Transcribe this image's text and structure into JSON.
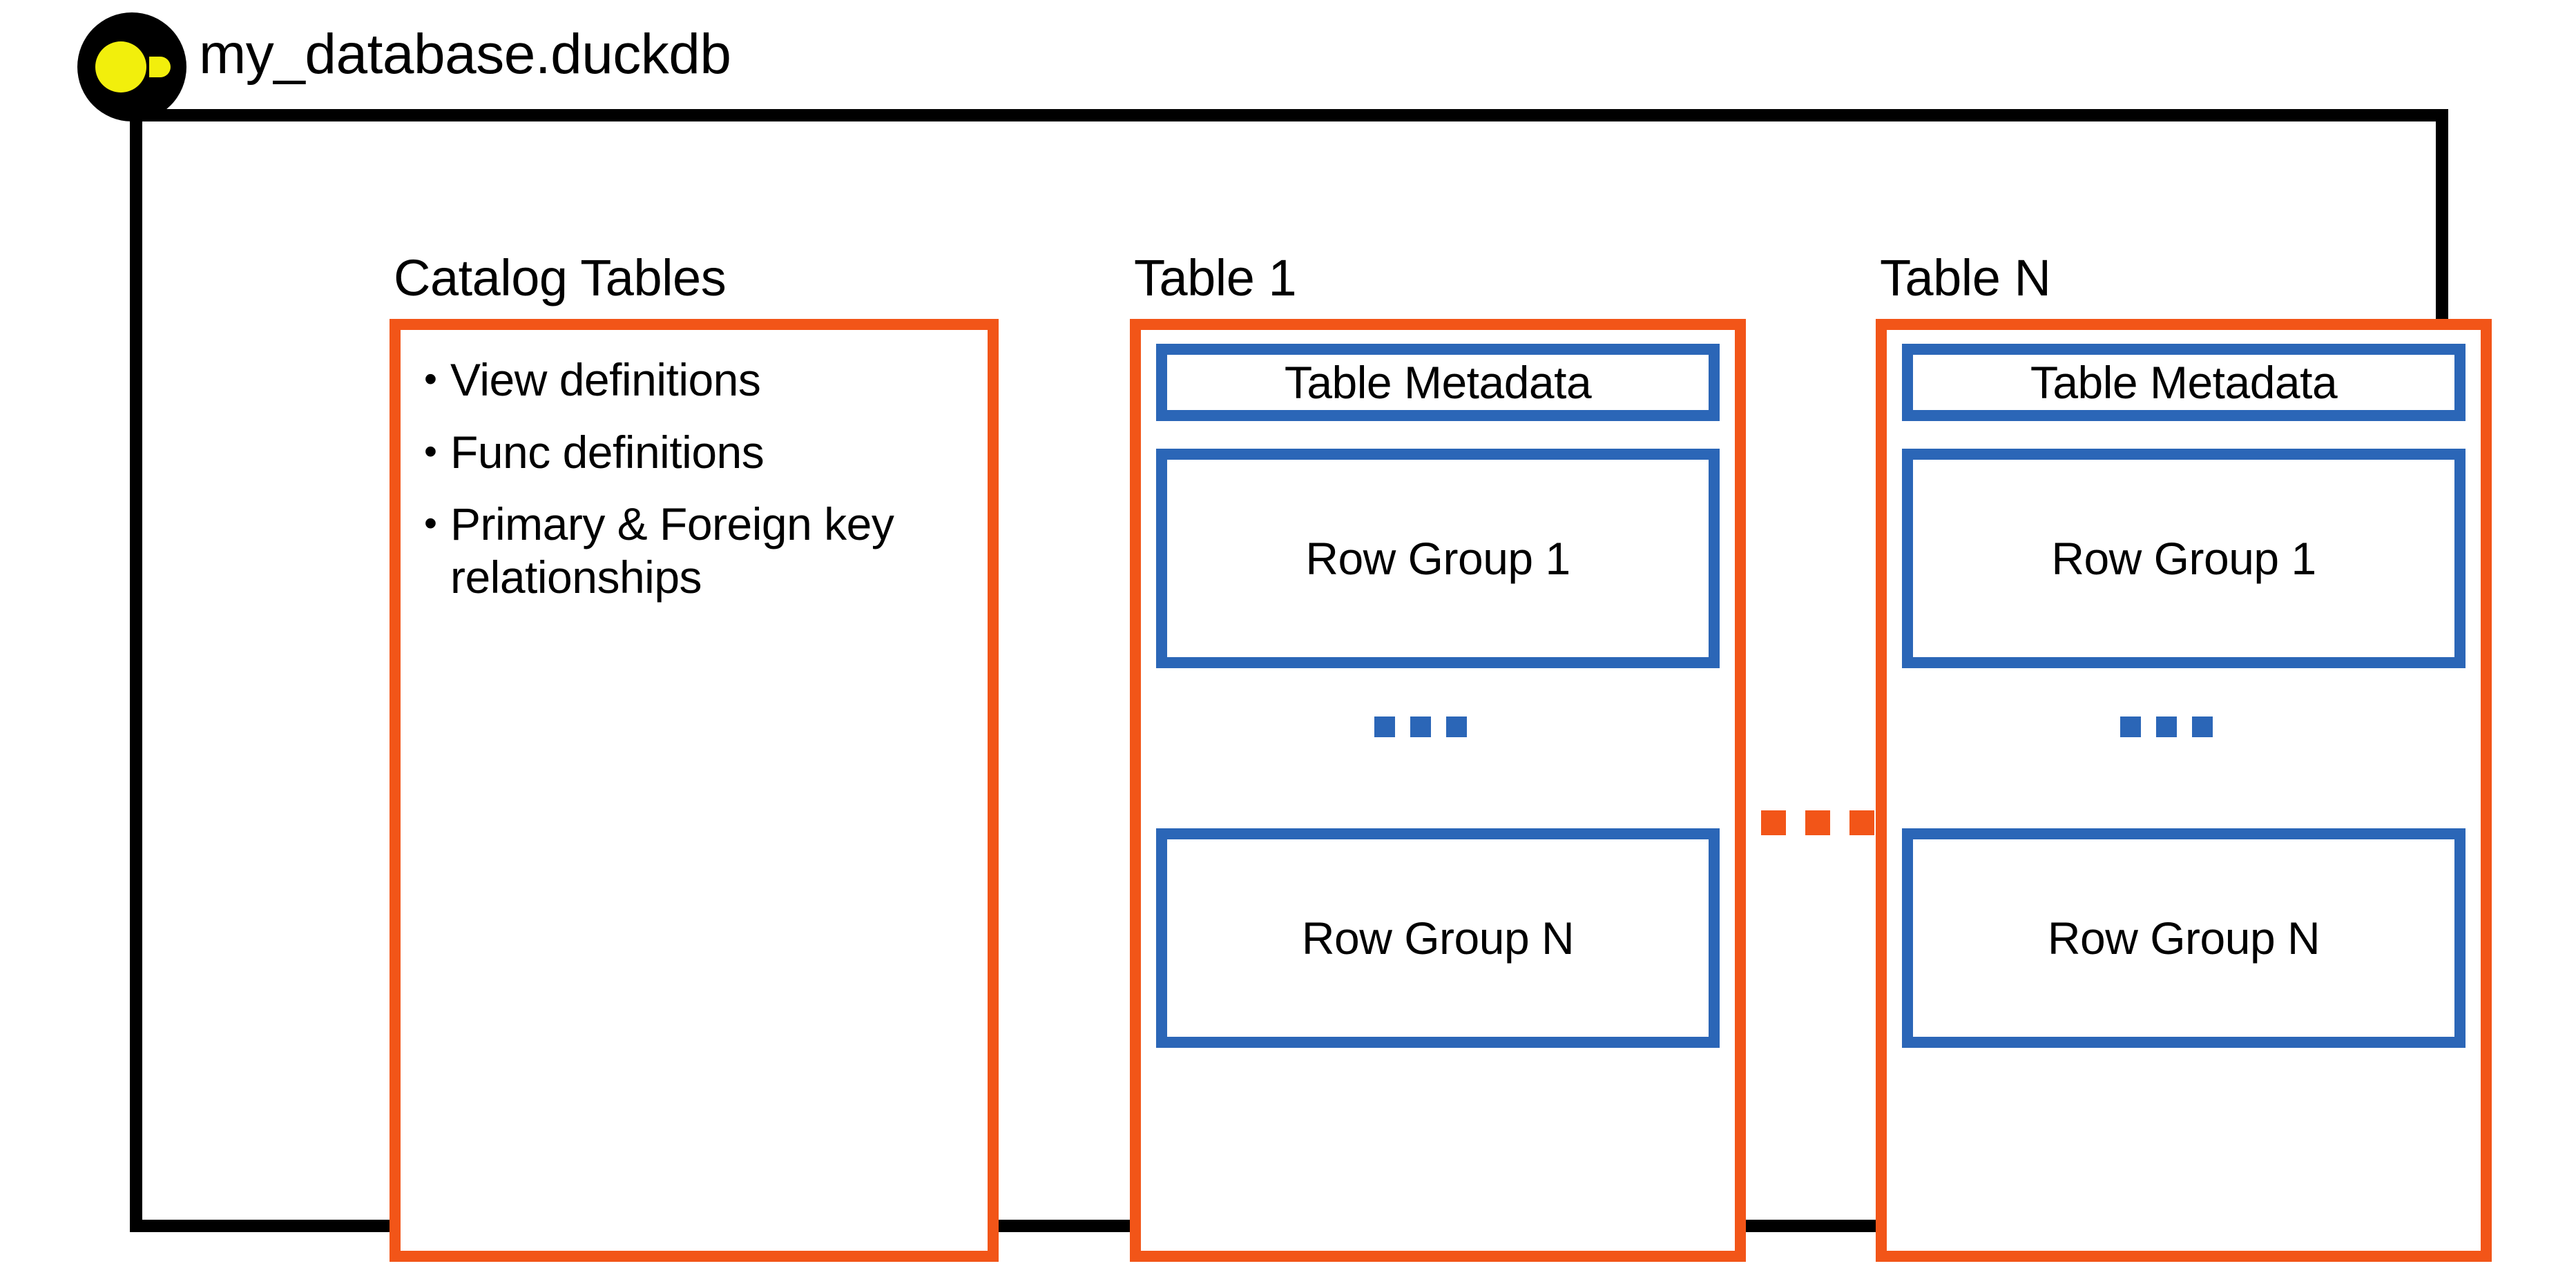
{
  "database": {
    "title": "my_database.duckdb",
    "logo_icon": "duckdb-logo-icon"
  },
  "colors": {
    "orange": "#F25518",
    "blue": "#2B66B7",
    "yellow": "#F2EF0C",
    "black": "#000000",
    "background": "#FFFFFF"
  },
  "columns": {
    "catalog": {
      "label": "Catalog Tables",
      "bullets": [
        {
          "marker": "•",
          "text": "View definitions"
        },
        {
          "marker": "•",
          "text": "Func definitions"
        },
        {
          "marker": "•",
          "text": "Primary & Foreign key relationships"
        }
      ]
    },
    "table_first": {
      "label": "Table 1",
      "metadata_label": "Table Metadata",
      "row_group_first": "Row Group 1",
      "row_group_last": "Row Group N",
      "ellipsis_icon": "ellipsis-blue-icon"
    },
    "table_last": {
      "label": "Table N",
      "metadata_label": "Table Metadata",
      "row_group_first": "Row Group 1",
      "row_group_last": "Row Group N",
      "ellipsis_icon": "ellipsis-blue-icon"
    }
  },
  "between_tables_ellipsis_icon": "ellipsis-orange-icon"
}
